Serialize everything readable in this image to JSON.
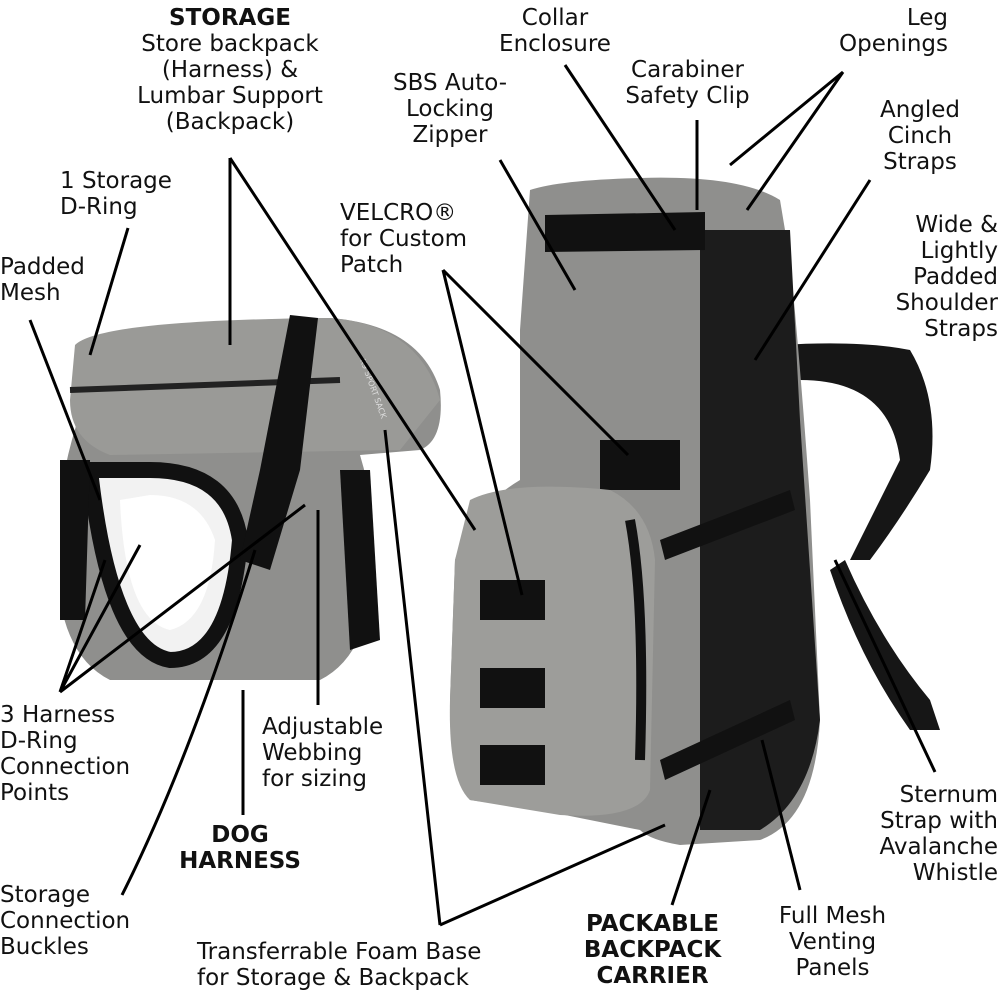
{
  "labels": {
    "storage_title": "STORAGE",
    "storage_desc": "Store backpack\n(Harness) &\nLumbar Support\n(Backpack)",
    "collar_enclosure": "Collar\nEnclosure",
    "leg_openings": "Leg\nOpenings",
    "sbs_zipper": "SBS Auto-\nLocking\nZipper",
    "carabiner": "Carabiner\nSafety Clip",
    "angled_cinch": "Angled\nCinch\nStraps",
    "storage_d_ring": "1 Storage\nD-Ring",
    "padded_mesh": "Padded\nMesh",
    "velcro": "VELCRO®\nfor Custom\nPatch",
    "shoulder_straps": "Wide &\nLightly\nPadded\nShoulder\nStraps",
    "harness_d_rings": "3 Harness\nD-Ring\nConnection\nPoints",
    "adjustable_webbing": "Adjustable\nWebbing\nfor sizing",
    "dog_harness": "DOG\nHARNESS",
    "storage_buckles": "Storage\nConnection\nBuckles",
    "sternum_strap": "Sternum\nStrap with\nAvalanche\nWhistle",
    "packable_carrier": "PACKABLE\nBACKPACK\nCARRIER",
    "mesh_panels": "Full Mesh\nVenting\nPanels",
    "foam_base": "Transferrable Foam Base\nfor Storage & Backpack"
  },
  "logo_text": "K9 SPORT SACK",
  "colors": {
    "fabric": "#8f8f8d",
    "fabric_light": "#a9a9a6",
    "webbing": "#111111",
    "mesh": "#1a1a1a"
  }
}
